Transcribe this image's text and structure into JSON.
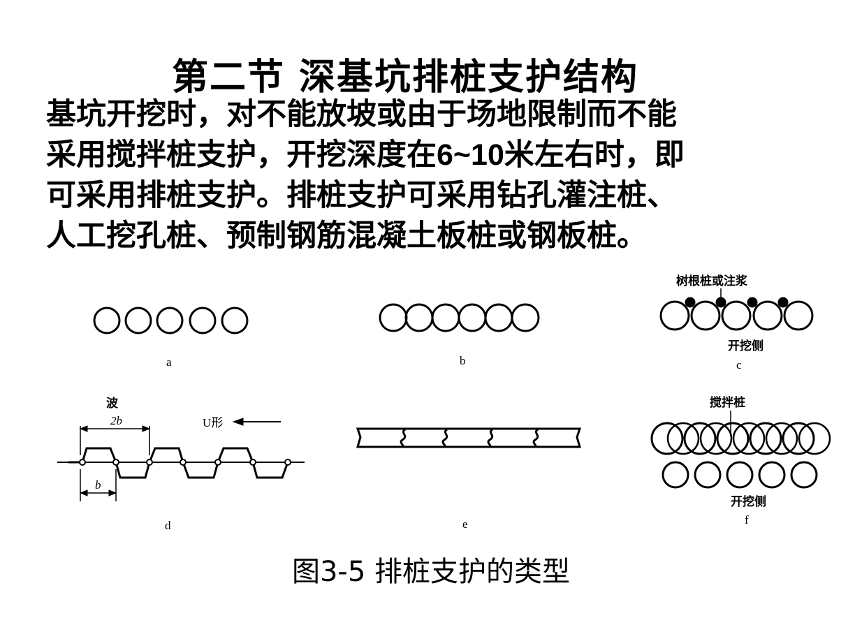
{
  "title": "第二节 深基坑排桩支护结构",
  "paragraph": {
    "line1": "基坑开挖时，对不能放坡或由于场地限制而不能",
    "line2_a": "采用搅拌桩支护，开挖深度在",
    "line2_num": "6~10",
    "line2_b": "米左右时，即",
    "line3": "可采用排桩支护。排桩支护可采用钻孔灌注桩、",
    "line4": "人工挖孔桩、预制钢筋混凝土板桩或钢板桩。"
  },
  "figures": {
    "a": {
      "label": "a"
    },
    "b": {
      "label": "b"
    },
    "c": {
      "label": "c",
      "top_note": "树根桩或注浆",
      "side_note": "开挖侧"
    },
    "d": {
      "label": "d",
      "wave_note": "波",
      "wave_dim": "2b",
      "shape_note": "U形",
      "half_dim": "b"
    },
    "e": {
      "label": "e"
    },
    "f": {
      "label": "f",
      "top_note": "搅拌桩",
      "side_note": "开挖侧"
    }
  },
  "caption": "图3-5  排桩支护的类型"
}
